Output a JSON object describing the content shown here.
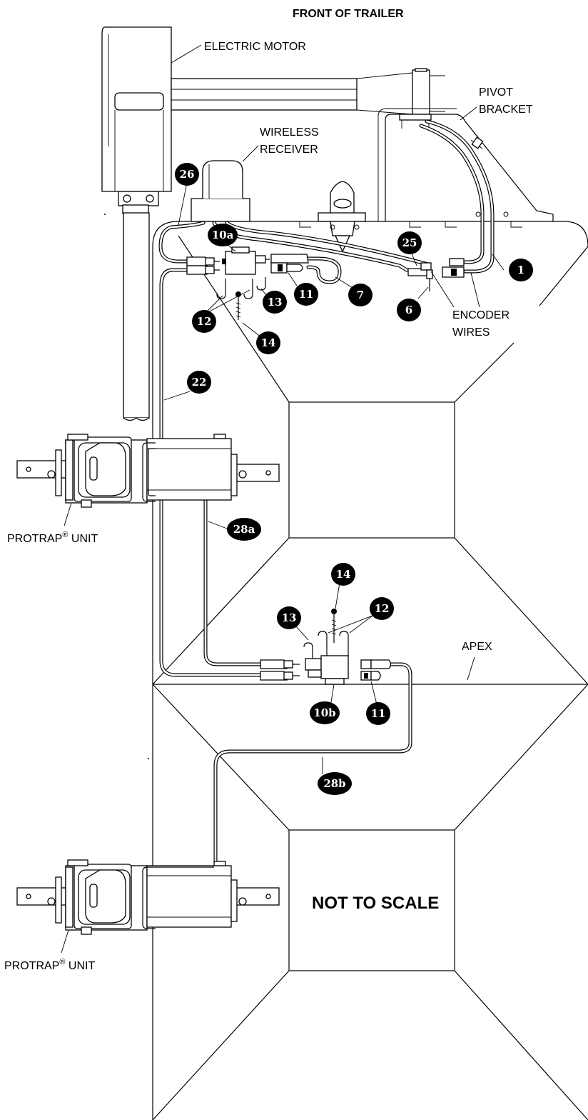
{
  "labels": {
    "front_of_trailer": "FRONT OF TRAILER",
    "electric_motor": "ELECTRIC MOTOR",
    "pivot_line1": "PIVOT",
    "pivot_line2": "BRACKET",
    "wireless_line1": "WIRELESS",
    "wireless_line2": "RECEIVER",
    "encoder_line1": "ENCODER",
    "encoder_line2": "WIRES",
    "protrap_name": "PROTRAP",
    "registered": "®",
    "unit_word": "UNIT",
    "apex": "APEX",
    "not_to_scale": "NOT TO SCALE"
  },
  "callouts": {
    "c1": "1",
    "c6": "6",
    "c7": "7",
    "c10a": "10a",
    "c10b": "10b",
    "c11": "11",
    "c12": "12",
    "c13": "13",
    "c14": "14",
    "c22": "22",
    "c25": "25",
    "c26": "26",
    "c28a": "28a",
    "c28b": "28b"
  }
}
